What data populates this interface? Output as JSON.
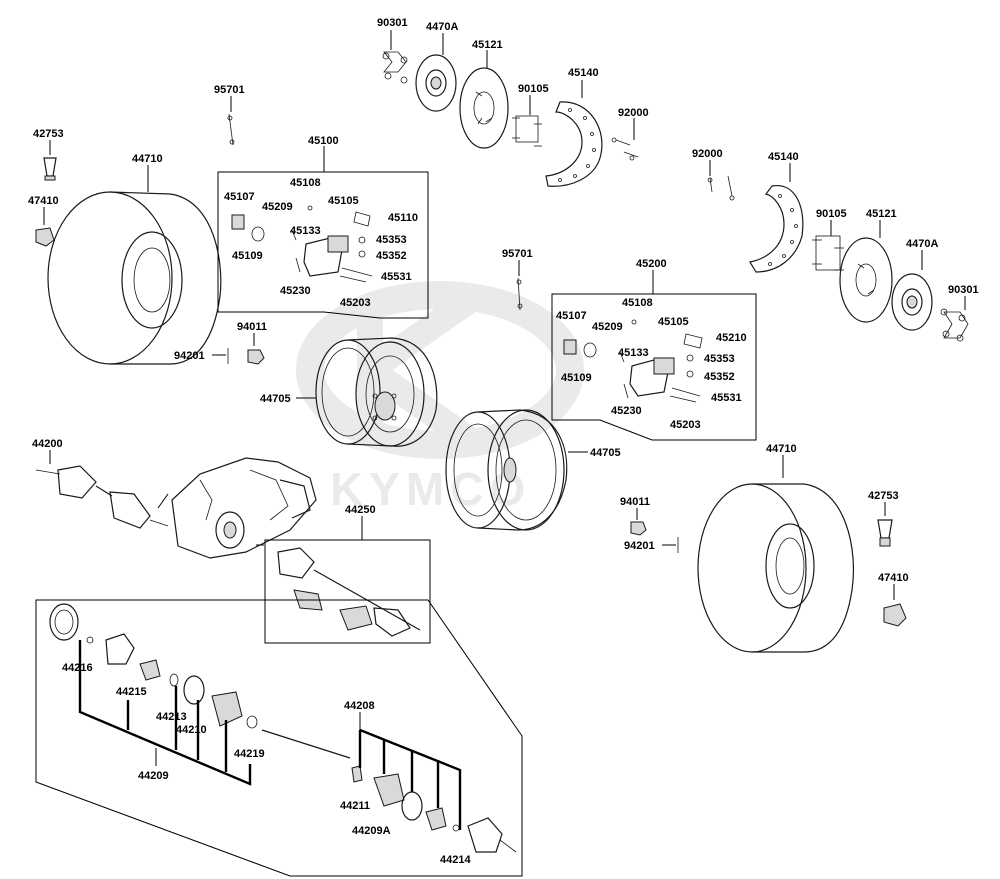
{
  "watermark": {
    "brand": "KYMCO"
  },
  "labels": {
    "p90301_a": "90301",
    "p4470A_a": "4470A",
    "p45121_a": "45121",
    "p90105_a": "90105",
    "p45140_a": "45140",
    "p92000_a": "92000",
    "p95701_a": "95701",
    "p45100": "45100",
    "p42753_a": "42753",
    "p44710_a": "44710",
    "p47410_a": "47410",
    "p45107_a": "45107",
    "p45108_a": "45108",
    "p45209_a": "45209",
    "p45105_a": "45105",
    "p45110": "45110",
    "p45133_a": "45133",
    "p45353_a": "45353",
    "p45109_a": "45109",
    "p45352_a": "45352",
    "p45531_a": "45531",
    "p45230_a": "45230",
    "p45203_a": "45203",
    "p94011_a": "94011",
    "p94201_a": "94201",
    "p44705_a": "44705",
    "p95701_b": "95701",
    "p45200": "45200",
    "p45107_b": "45107",
    "p45108_b": "45108",
    "p45209_b": "45209",
    "p45105_b": "45105",
    "p45210": "45210",
    "p45133_b": "45133",
    "p45353_b": "45353",
    "p45109_b": "45109",
    "p45352_b": "45352",
    "p45531_b": "45531",
    "p45230_b": "45230",
    "p45203_b": "45203",
    "p92000_b": "92000",
    "p45140_b": "45140",
    "p90105_b": "90105",
    "p45121_b": "45121",
    "p4470A_b": "4470A",
    "p90301_b": "90301",
    "p44705_b": "44705",
    "p44200": "44200",
    "p44250": "44250",
    "p94011_b": "94011",
    "p94201_b": "94201",
    "p44710_b": "44710",
    "p42753_b": "42753",
    "p47410_b": "47410",
    "p44216": "44216",
    "p44215": "44215",
    "p44213": "44213",
    "p44210": "44210",
    "p44219": "44219",
    "p44209": "44209",
    "p44208": "44208",
    "p44211": "44211",
    "p44209A": "44209A",
    "p44214": "44214"
  }
}
